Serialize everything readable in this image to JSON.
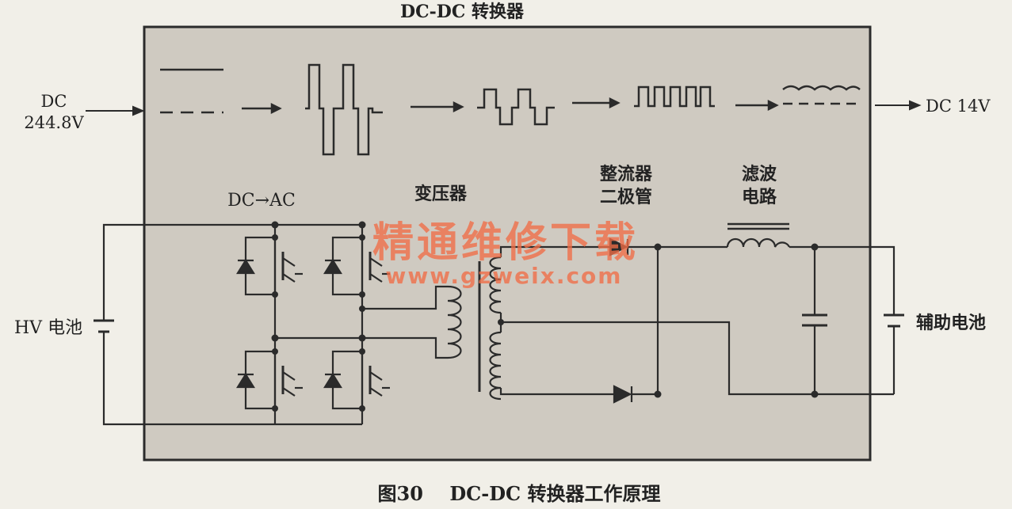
{
  "diagram": {
    "title": "DC-DC 转换器",
    "caption": "图30    DC-DC 转换器工作原理",
    "input_voltage_line1": "DC",
    "input_voltage_line2": "244.8V",
    "output_voltage": "DC 14V",
    "stage_inverter": "DC→AC",
    "stage_transformer": "变压器",
    "stage_rectifier_line1": "整流器",
    "stage_rectifier_line2": "二极管",
    "stage_filter_line1": "滤波",
    "stage_filter_line2": "电路",
    "hv_battery": "HV 电池",
    "aux_battery": "辅助电池",
    "watermark_line1": "精通维修下载",
    "watermark_line2": "www.gzweix.com"
  },
  "colors": {
    "box_fill": "#cfcac1",
    "line": "#2b2b2b",
    "watermark": "#ef6d47"
  }
}
